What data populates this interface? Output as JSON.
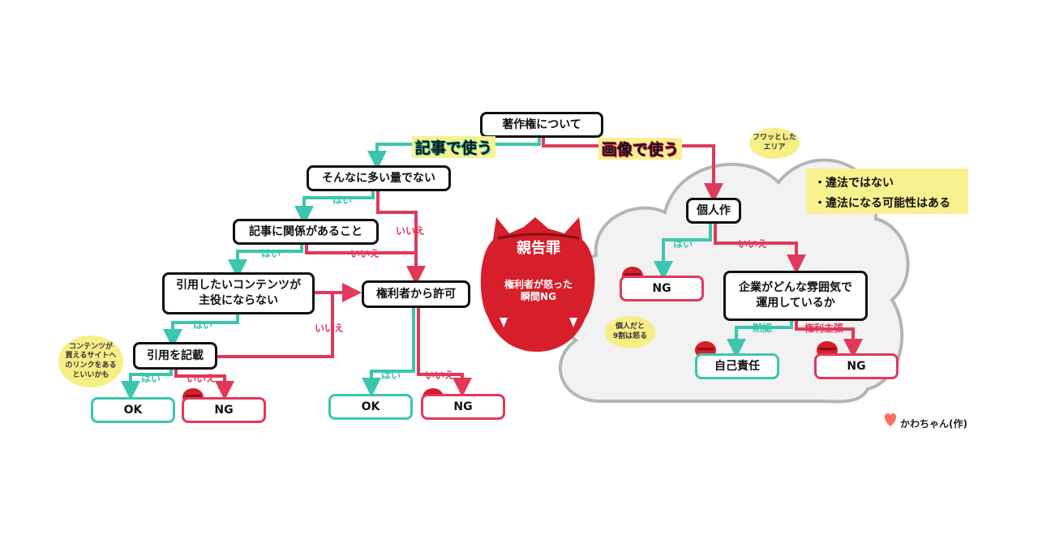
{
  "title": "著作権について",
  "branches": {
    "article": "記事で使う",
    "image": "画像で使う"
  },
  "nodes": {
    "q1": "そんなに多い量でない",
    "q2": "記事に関係があること",
    "q3": "引用したいコンテンツが\n主役にならない",
    "q4": "引用を記載",
    "permission": "権利者から許可",
    "personal": "個人作",
    "company": "企業がどんな雰囲気で\n運用しているか",
    "self": "自己責任"
  },
  "results": {
    "ok": "OK",
    "ng": "NG"
  },
  "labels": {
    "yes": "はい",
    "no": "いいえ",
    "tacit": "黙認",
    "claim": "権利主張"
  },
  "oni": {
    "title": "親告罪",
    "text": "権利者が怒った\n瞬間NG"
  },
  "bubbles": {
    "link": "コンテンツが\n買えるサイトへ\nのリンクをある\nといいかも",
    "fuwa": "フワッとした\nエリア",
    "personal": "個人だと\n9割は怒る"
  },
  "notes": [
    "・違法ではない",
    "・違法になる可能性はある"
  ],
  "credit": "かわちゃん(作)",
  "colors": {
    "yes": "#3cc6ae",
    "no": "#e0395b",
    "oni": "#d61f2b",
    "cloud": "#f2f2f2",
    "highlight": "#f7f190"
  }
}
